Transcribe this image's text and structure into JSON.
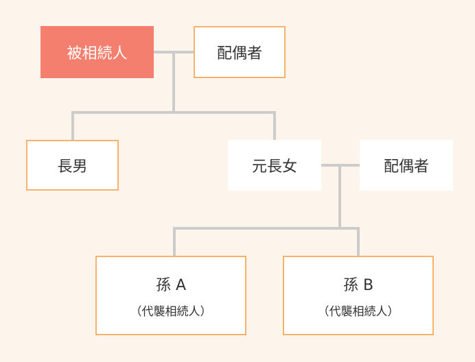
{
  "tree": {
    "deceased": "被相続人",
    "spouse": "配偶者",
    "eldest_son": "長男",
    "former_eldest_daughter": "元長女",
    "daughter_spouse": "配偶者",
    "grandchild_a": {
      "name": "孫 A",
      "role": "（代襲相続人）"
    },
    "grandchild_b": {
      "name": "孫 B",
      "role": "（代襲相続人）"
    }
  },
  "colors": {
    "background": "#fdf4ec",
    "deceased_fill": "#f57f6e",
    "box_border": "#f6b26b",
    "connector": "#cccccc",
    "text": "#333333"
  }
}
